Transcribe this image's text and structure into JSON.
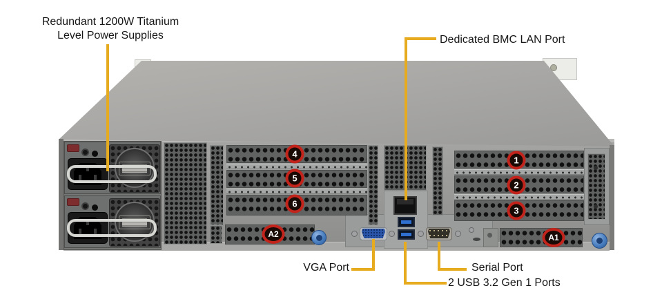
{
  "labels": {
    "psu_line1": "Redundant 1200W Titanium",
    "psu_line2": "Level Power Supplies",
    "bmc": "Dedicated BMC LAN Port",
    "vga": "VGA Port",
    "serial": "Serial Port",
    "usb": "2 USB 3.2 Gen 1 Ports"
  },
  "callouts": {
    "left_slots": [
      "4",
      "5",
      "6"
    ],
    "left_low_profile": "A2",
    "right_slots": [
      "1",
      "2",
      "3"
    ],
    "right_low_profile": "A1"
  },
  "colors": {
    "leader_line": "#E7AB1F",
    "callout_ring": "#C2241C",
    "callout_fill": "#1A0A06",
    "callout_text": "#FFFFFF",
    "usb_blue": "#2F6FD0",
    "vga_blue": "#2B55A8",
    "thumbscrew_blue": "#4A7FC0"
  }
}
